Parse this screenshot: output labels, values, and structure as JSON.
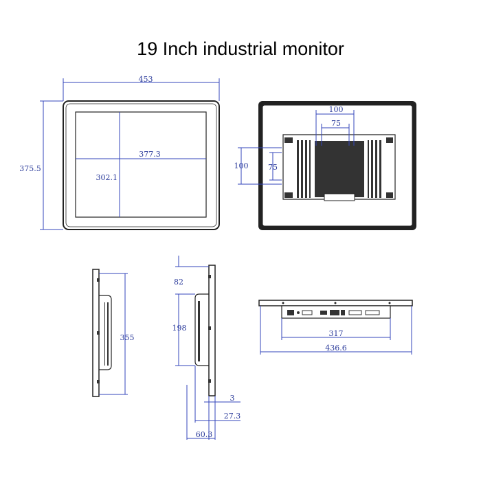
{
  "title": "19 Inch industrial monitor",
  "colors": {
    "dimension": "#3344bb",
    "outline": "#222222",
    "background": "#ffffff"
  },
  "dimensions": {
    "front_width": "453",
    "front_height": "375.5",
    "screen_width": "377.3",
    "screen_height": "302.1",
    "vesa_outer_h": "100",
    "vesa_inner_h": "75",
    "vesa_outer_v": "100",
    "vesa_inner_v": "75",
    "side_height": "355",
    "side_top_offset": "82",
    "side_bracket_height": "198",
    "side_bezel_depth": "3",
    "side_body_depth": "27.3",
    "side_total_depth": "60.3",
    "bottom_io_width": "317",
    "bottom_total_width": "436.6"
  }
}
